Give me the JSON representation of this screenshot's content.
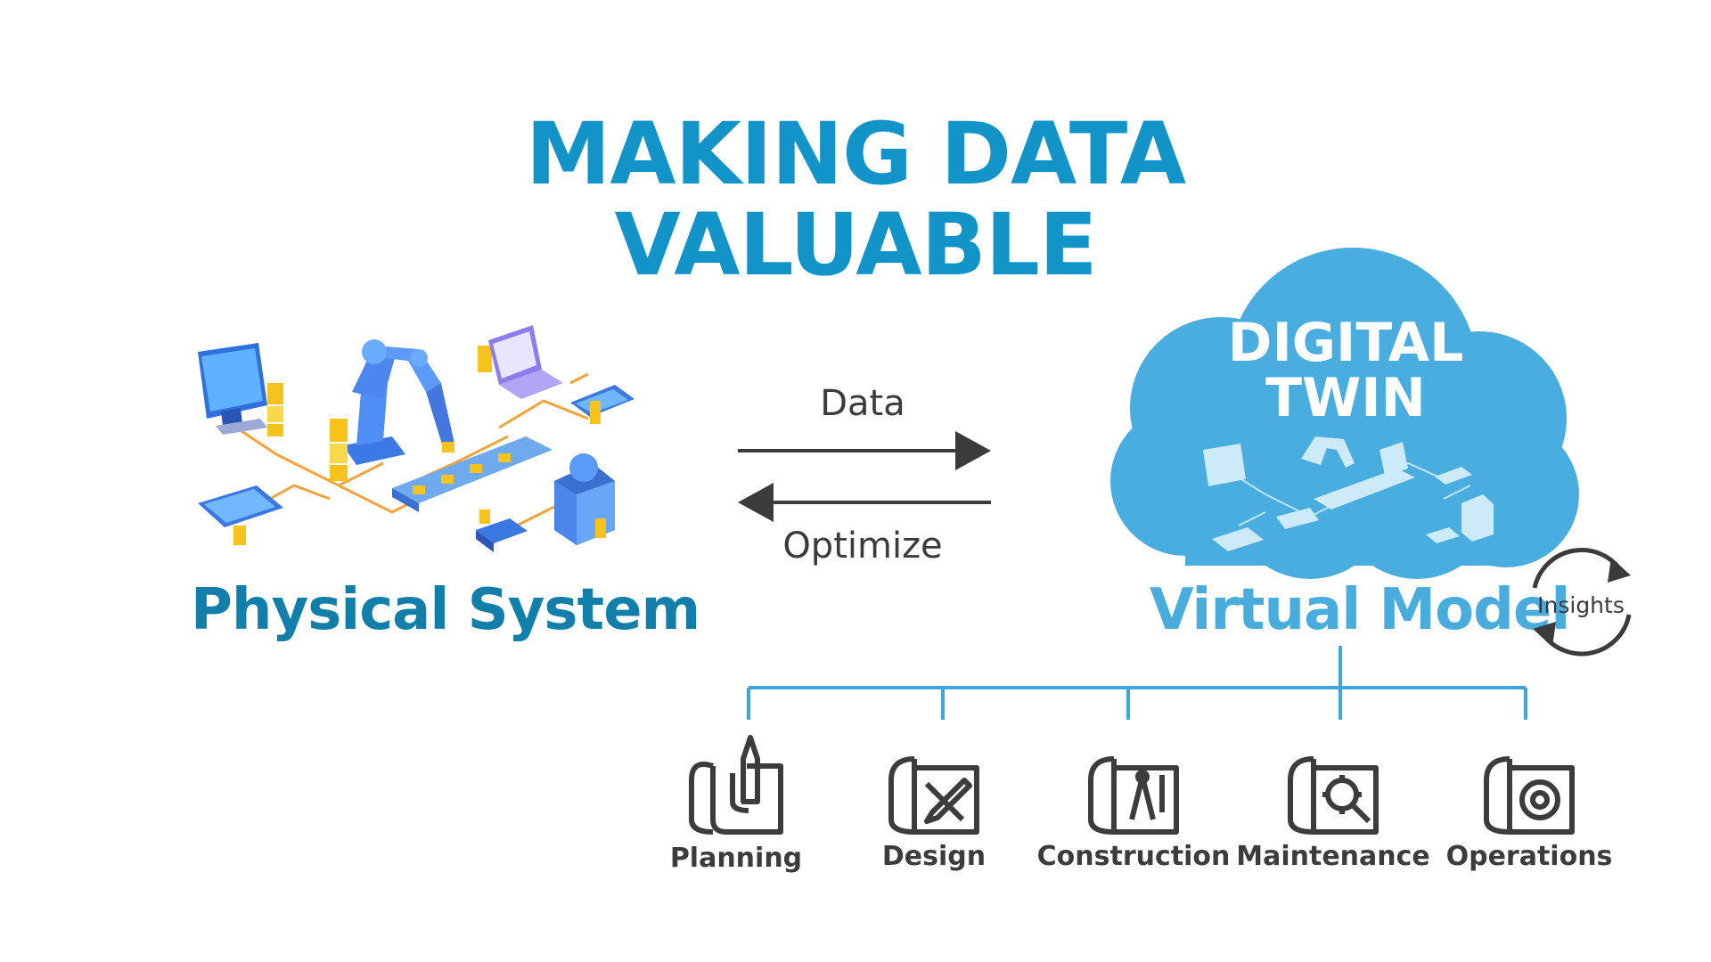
{
  "title": {
    "line1": "MAKING DATA",
    "line2": "VALUABLE"
  },
  "physical_label": "Physical System",
  "virtual_label": "Virtual Model",
  "cloud": {
    "line1": "DIGITAL",
    "line2": "TWIN"
  },
  "flow": {
    "forward": "Data",
    "backward": "Optimize"
  },
  "insights": "Insights",
  "categories": [
    {
      "label": "Planning",
      "icon": "pen-blueprint-icon"
    },
    {
      "label": "Design",
      "icon": "ruler-pencil-blueprint-icon"
    },
    {
      "label": "Construction",
      "icon": "compass-blueprint-icon"
    },
    {
      "label": "Maintenance",
      "icon": "wrench-gear-blueprint-icon"
    },
    {
      "label": "Operations",
      "icon": "gear-cycle-blueprint-icon"
    }
  ],
  "colors": {
    "title": "#1294c8",
    "physical": "#117fa9",
    "virtual": "#48acdc",
    "cloud": "#49ade0",
    "tree": "#3fa6da",
    "arrow": "#3b3b3b"
  }
}
